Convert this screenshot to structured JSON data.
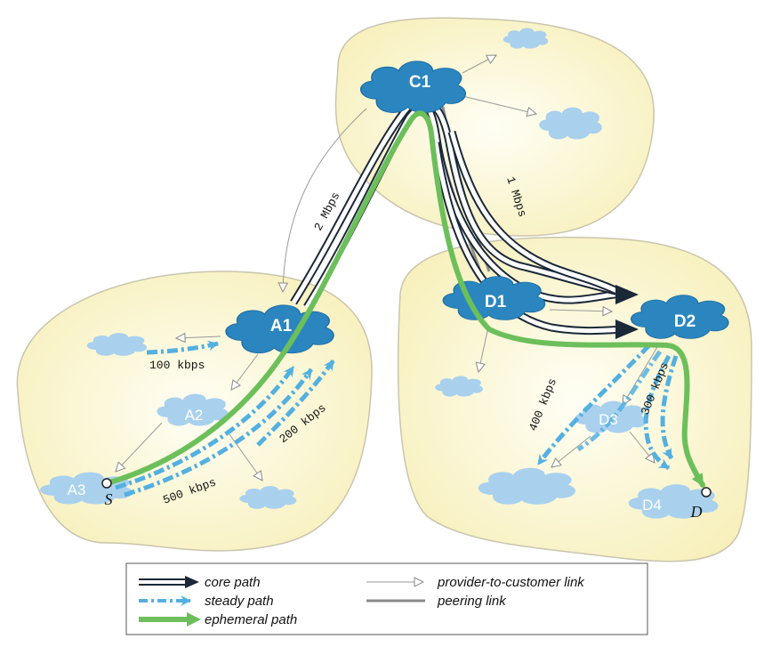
{
  "nodes": {
    "C1": "C1",
    "A1": "A1",
    "A2": "A2",
    "A3": "A3",
    "D1": "D1",
    "D2": "D2",
    "D3": "D3",
    "D4": "D4",
    "S": "S",
    "D": "D"
  },
  "link_labels": {
    "c1_a1": "2 Mbps",
    "c1_d2": "1 Mbps",
    "a1_left": "100 kbps",
    "a3_a1": "500 kbps",
    "a2_a1": "200 kbps",
    "d2_left": "400 kbps",
    "d2_d4": "300 kbps"
  },
  "legend": {
    "core_path": "core path",
    "steady_path": "steady path",
    "ephemeral_path": "ephemeral path",
    "provider_link": "provider-to-customer link",
    "peering_link": "peering link"
  },
  "colors": {
    "region_fill": "#fbf7d4",
    "dark_cloud": "#2b86bf",
    "light_cloud": "#a9d1ee",
    "ephemeral": "#6cbf5a",
    "steady": "#53b0e0",
    "core": "#1b2838",
    "provider_link": "#9a9a9a"
  }
}
